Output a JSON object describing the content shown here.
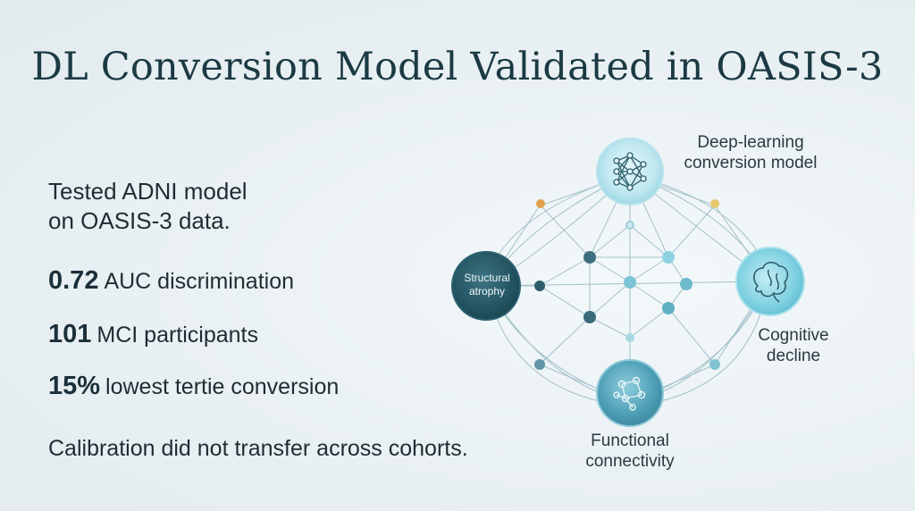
{
  "title": "DL Conversion Model Validated in OASIS-3",
  "intro": {
    "line1": "Tested ADNI model",
    "line2": "on OASIS-3 data."
  },
  "stats": [
    {
      "value": "0.72",
      "label": "AUC discrimination"
    },
    {
      "value": "101",
      "label": "MCI participants"
    },
    {
      "value": "15%",
      "label": "lowest tertie conversion"
    }
  ],
  "note": "Calibration did not transfer across cohorts.",
  "diagram": {
    "top_node": {
      "line1": "Deep-learning",
      "line2": "conversion model",
      "icon": "neural-network-icon"
    },
    "left_node": {
      "line1": "Structural",
      "line2": "atrophy"
    },
    "right_node": {
      "line1": "Cognitive",
      "line2": "decline",
      "icon": "brain-icon"
    },
    "bottom_node": {
      "line1": "Functional",
      "line2": "connectivity",
      "icon": "network-graph-icon"
    }
  },
  "colors": {
    "title": "#1b3a44",
    "dark_node": "#1f5563",
    "mid_node": "#4fa9bf",
    "light_node": "#8fd6e4",
    "accent_dot": "#e0a24a",
    "line": "#7fa9b6"
  }
}
